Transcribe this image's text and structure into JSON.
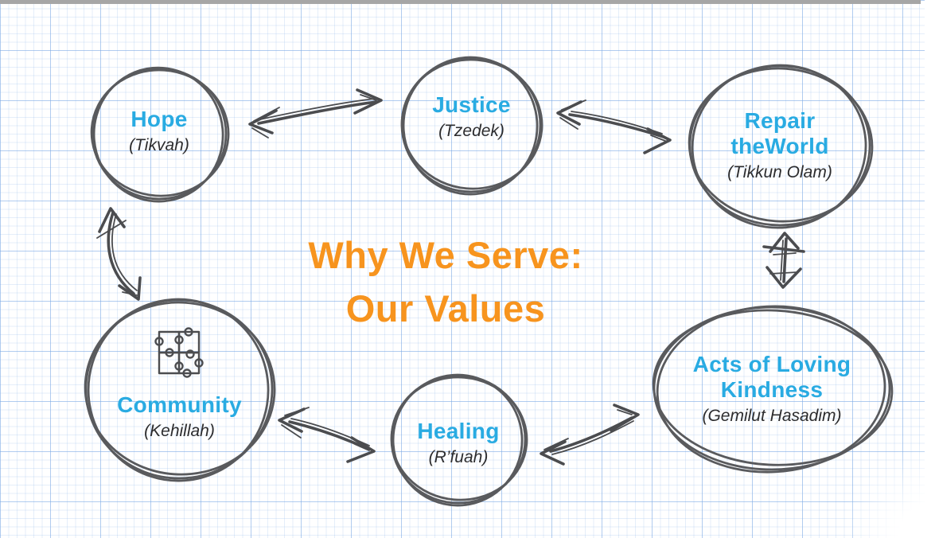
{
  "title": {
    "line1": "Why We Serve:",
    "line2": "Our Values"
  },
  "values": [
    {
      "name": "Hope",
      "hebrew": "(Tikvah)"
    },
    {
      "name": "Justice",
      "hebrew": "(Tzedek)"
    },
    {
      "name_line1": "Repair",
      "name_line2": "theWorld",
      "hebrew": "(Tikkun Olam)"
    },
    {
      "name": "Community",
      "hebrew": "(Kehillah)",
      "icon": "puzzle-icon"
    },
    {
      "name": "Healing",
      "hebrew": "(R’fuah)"
    },
    {
      "name_line1": "Acts of Loving",
      "name_line2": "Kindness",
      "hebrew": "(Gemilut Hasadim)"
    }
  ],
  "connections": [
    {
      "from": "Hope",
      "to": "Justice",
      "style": "double-headed-sketch-arrow"
    },
    {
      "from": "Justice",
      "to": "Repair theWorld",
      "style": "double-headed-sketch-arrow"
    },
    {
      "from": "Repair theWorld",
      "to": "Acts of Loving Kindness",
      "style": "double-headed-sketch-arrow"
    },
    {
      "from": "Hope",
      "to": "Community",
      "style": "double-headed-sketch-arrow"
    },
    {
      "from": "Community",
      "to": "Healing",
      "style": "double-headed-sketch-arrow"
    },
    {
      "from": "Healing",
      "to": "Acts of Loving Kindness",
      "style": "double-headed-sketch-arrow"
    }
  ],
  "colors": {
    "title_orange": "#f7941e",
    "value_name_blue": "#29abe2",
    "hebrew_text": "#2c2c2e",
    "sketch_stroke": "#4b4c4f",
    "grid_minor": "#e3edfa",
    "grid_major": "#c6daf2",
    "top_bar_gray": "#a6a6a6",
    "background": "#ffffff"
  }
}
